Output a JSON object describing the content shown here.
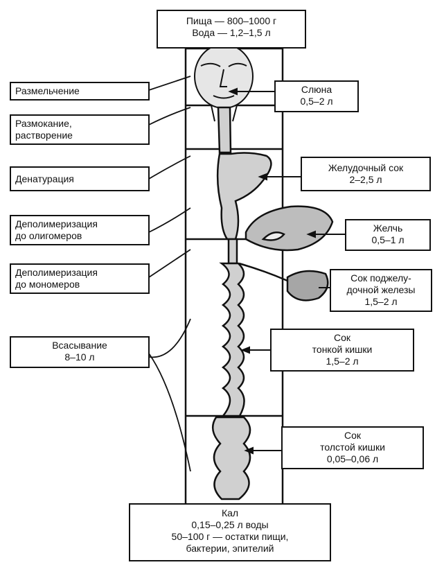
{
  "intake": {
    "line1": "Пища — 800–1000 г",
    "line2": "Вода — 1,2–1,5 л"
  },
  "processes": [
    {
      "lines": [
        "Размельчение"
      ]
    },
    {
      "lines": [
        "Размокание,",
        "растворение"
      ]
    },
    {
      "lines": [
        "Денатурация"
      ]
    },
    {
      "lines": [
        "Деполимеризация",
        "до олигомеров"
      ]
    },
    {
      "lines": [
        "Деполимеризация",
        "до мономеров"
      ]
    },
    {
      "lines": [
        "Всасывание",
        "8–10 л"
      ]
    }
  ],
  "secretions": [
    {
      "lines": [
        "Слюна",
        "0,5–2 л"
      ]
    },
    {
      "lines": [
        "Желудочный сок",
        "2–2,5 л"
      ]
    },
    {
      "lines": [
        "Желчь",
        "0,5–1 л"
      ]
    },
    {
      "lines": [
        "Сок поджелу-",
        "дочной железы",
        "1,5–2 л"
      ]
    },
    {
      "lines": [
        "Сок",
        "тонкой кишки",
        "1,5–2 л"
      ]
    },
    {
      "lines": [
        "Сок",
        "толстой кишки",
        "0,05–0,06 л"
      ]
    }
  ],
  "output": {
    "lines": [
      "Кал",
      "0,15–0,25 л воды",
      "50–100 г — остатки пищи,",
      "бактерии, эпителий"
    ]
  },
  "colors": {
    "ink": "#111111",
    "paper": "#ffffff",
    "organ": "#d8d8d8"
  }
}
